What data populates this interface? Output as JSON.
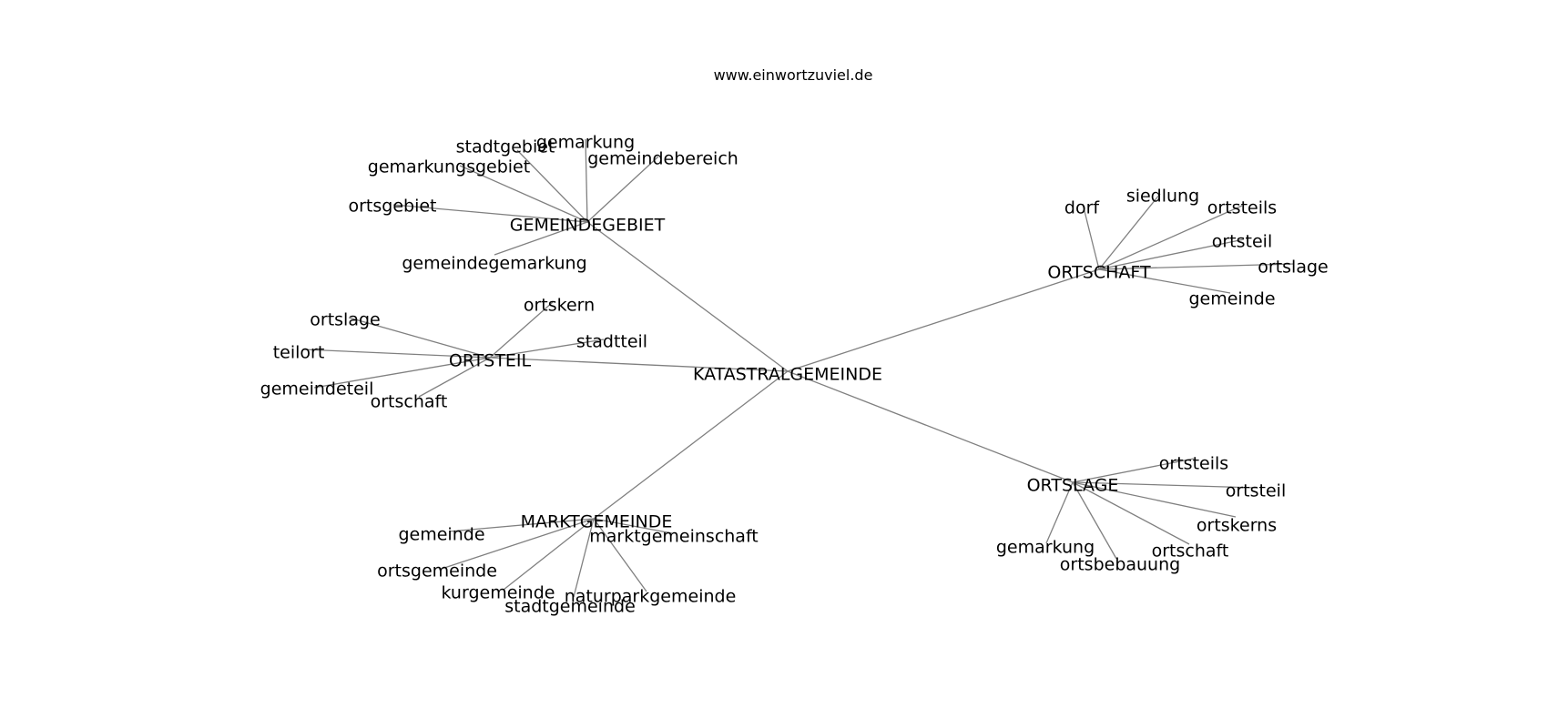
{
  "header": {
    "site": "www.einwortzuviel.de"
  },
  "colors": {
    "edge": "#808080",
    "text": "#000000",
    "background": "#ffffff"
  },
  "graph": {
    "center": "KATASTRALGEMEINDE",
    "hubs": [
      {
        "label": "GEMEINDEGEBIET",
        "leaves": [
          "stadtgebiet",
          "gemarkung",
          "gemeindebereich",
          "gemarkungsgebiet",
          "ortsgebiet",
          "gemeindegemarkung"
        ]
      },
      {
        "label": "ORTSTEIL",
        "leaves": [
          "ortskern",
          "ortslage",
          "stadtteil",
          "teilort",
          "gemeindeteil",
          "ortschaft"
        ]
      },
      {
        "label": "MARKTGEMEINDE",
        "leaves": [
          "gemeinde",
          "marktgemeinschaft",
          "ortsgemeinde",
          "kurgemeinde",
          "naturparkgemeinde",
          "stadtgemeinde"
        ]
      },
      {
        "label": "ORTSCHAFT",
        "leaves": [
          "dorf",
          "siedlung",
          "ortsteils",
          "ortsteil",
          "ortslage",
          "gemeinde"
        ]
      },
      {
        "label": "ORTSLAGE",
        "leaves": [
          "ortsteils",
          "ortsteil",
          "ortskerns",
          "gemarkung",
          "ortschaft",
          "ortsbebauung"
        ]
      }
    ]
  }
}
